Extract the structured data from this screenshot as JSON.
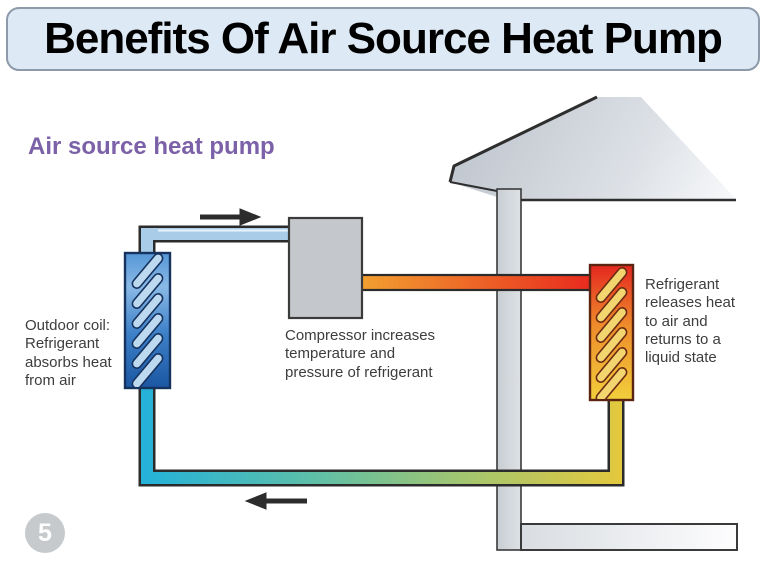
{
  "slide": {
    "title": "Benefits Of Air Source Heat Pump",
    "page_number": "5"
  },
  "diagram": {
    "heading": "Air source heat pump",
    "labels": {
      "outdoor_coil": "Outdoor coil:\nRefrigerant\nabsorbs heat\nfrom air",
      "compressor": "Compressor increases\ntemperature and\npressure of refrigerant",
      "indoor_coil": "Refrigerant\nreleases heat\nto air and\nreturns to a\nliquid state"
    },
    "icons": [
      "flow-arrow-right-icon",
      "flow-arrow-left-icon"
    ],
    "colors": {
      "title_bar_bg": "#dde9f5",
      "title_text": "#000000",
      "heading_text": "#7b61a8",
      "label_text": "#3d3d3d",
      "cold_pipe": "#a9cde9",
      "hot_pipe_start": "#f2a030",
      "hot_pipe_end": "#e82a1e",
      "return_pipe_yellow": "#e2c83e",
      "return_pipe_green": "#9fc573",
      "return_pipe_teal": "#26b2d8",
      "outdoor_coil_top": "#5596d6",
      "outdoor_coil_bottom": "#1b56a2",
      "indoor_coil_top": "#e52620",
      "indoor_coil_mid": "#ee8c2b",
      "indoor_coil_bottom": "#f2cf3b",
      "compressor_fill": "#c4c8cc",
      "house_gray": "#ccd1d6",
      "outline_dark": "#2e2e2e",
      "page_badge_bg": "#c6cacd"
    }
  }
}
